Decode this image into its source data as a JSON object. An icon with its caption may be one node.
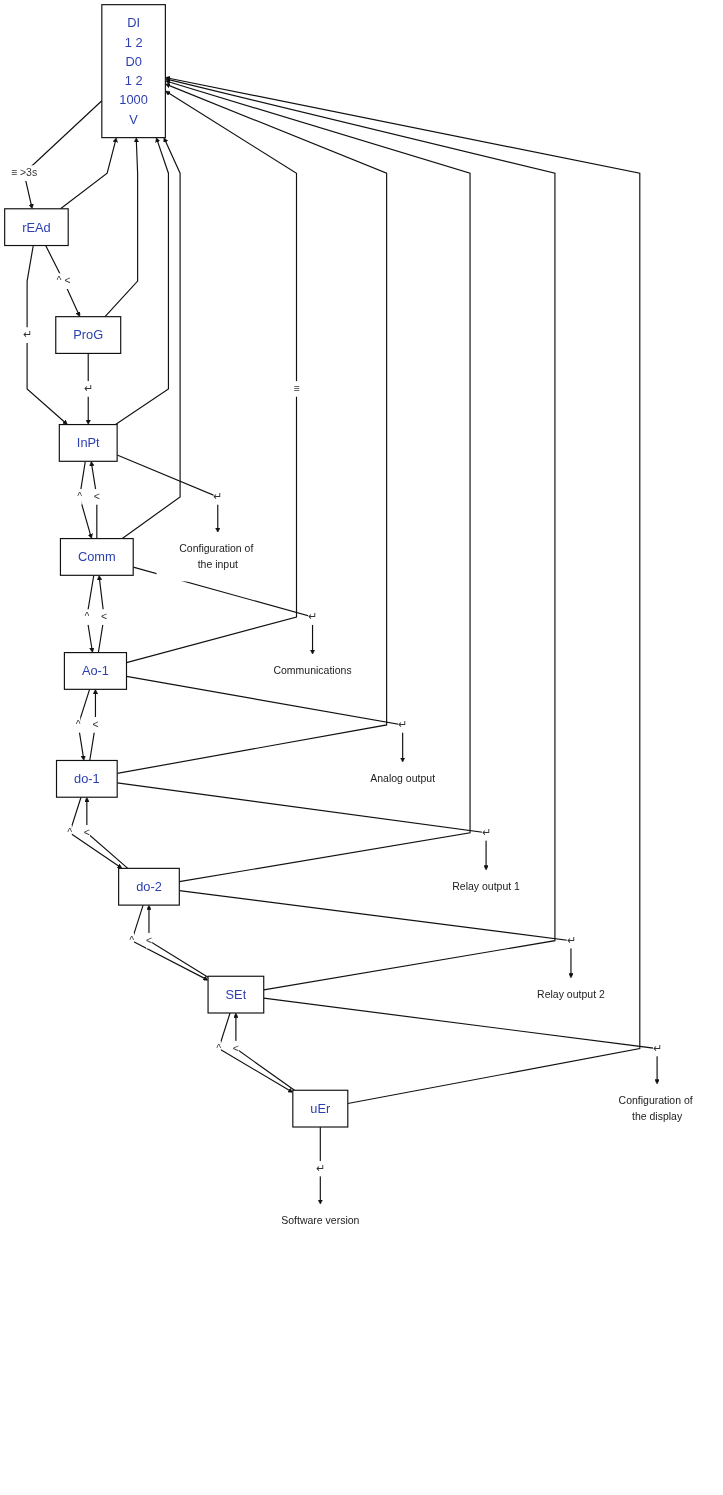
{
  "diagram": {
    "nodes": [
      {
        "text": [
          "DI",
          "1 2",
          "D0",
          "1 2",
          "1000",
          "V"
        ]
      },
      {
        "text": [
          "rEAd"
        ]
      },
      {
        "text": [
          "ProG"
        ]
      },
      {
        "text": [
          "InPt"
        ]
      },
      {
        "text": [
          "Comm"
        ]
      },
      {
        "text": [
          "Ao-1"
        ]
      },
      {
        "text": [
          "do-1"
        ]
      },
      {
        "text": [
          "do-2"
        ]
      },
      {
        "text": [
          "SEt"
        ]
      },
      {
        "text": [
          "uEr"
        ]
      },
      {
        "text": [
          "Configuration of the input"
        ]
      },
      {
        "text": [
          "Communications"
        ]
      },
      {
        "text": [
          "Analog output"
        ]
      },
      {
        "text": [
          "Relay output 1"
        ]
      },
      {
        "text": [
          "Relay output 2"
        ]
      },
      {
        "text": [
          "Configuration of the display"
        ]
      },
      {
        "text": [
          "Software version"
        ]
      }
    ],
    "edges": [
      {
        "from": 0,
        "to": 1,
        "arrow": "to",
        "label": "≡ >3s"
      },
      {
        "from": 1,
        "to": 2,
        "arrow": "to",
        "label": "^ <"
      },
      {
        "from": 1,
        "to": 3,
        "arrow": "to",
        "label": "↵"
      },
      {
        "from": 2,
        "to": 3,
        "arrow": "to",
        "label": "↵"
      },
      {
        "from": 3,
        "to": 10,
        "arrow": "to",
        "label": "↵"
      },
      {
        "from": 3,
        "to": 4,
        "arrow": "to",
        "label": "^"
      },
      {
        "from": 4,
        "to": 3,
        "arrow": "to",
        "label": "<"
      },
      {
        "from": 4,
        "to": 11,
        "arrow": "to",
        "label": "↵"
      },
      {
        "from": 4,
        "to": 5,
        "arrow": "to",
        "label": "^"
      },
      {
        "from": 5,
        "to": 4,
        "arrow": "to",
        "label": "<"
      },
      {
        "from": 5,
        "to": 12,
        "arrow": "to",
        "label": "↵"
      },
      {
        "from": 5,
        "to": 6,
        "arrow": "to",
        "label": "^"
      },
      {
        "from": 6,
        "to": 5,
        "arrow": "to",
        "label": "<"
      },
      {
        "from": 6,
        "to": 13,
        "arrow": "to",
        "label": "↵"
      },
      {
        "from": 6,
        "to": 7,
        "arrow": "to",
        "label": "^"
      },
      {
        "from": 7,
        "to": 6,
        "arrow": "to",
        "label": "<"
      },
      {
        "from": 7,
        "to": 14,
        "arrow": "to",
        "label": "↵"
      },
      {
        "from": 7,
        "to": 8,
        "arrow": "to",
        "label": "^"
      },
      {
        "from": 8,
        "to": 7,
        "arrow": "to",
        "label": "<"
      },
      {
        "from": 8,
        "to": 15,
        "arrow": "to",
        "label": "↵"
      },
      {
        "from": 8,
        "to": 9,
        "arrow": "to",
        "label": "^"
      },
      {
        "from": 9,
        "to": 8,
        "arrow": "to",
        "label": "<"
      },
      {
        "from": 9,
        "to": 16,
        "arrow": "to",
        "label": "↵"
      },
      {
        "from": 1,
        "to": 0,
        "arrow": "to"
      },
      {
        "from": 2,
        "to": 0,
        "arrow": "to"
      },
      {
        "from": 3,
        "to": 0,
        "arrow": "to"
      },
      {
        "from": 4,
        "to": 0,
        "arrow": "to"
      },
      {
        "from": 5,
        "to": 0,
        "arrow": "to",
        "label": "≡"
      },
      {
        "from": 6,
        "to": 0,
        "arrow": "to"
      },
      {
        "from": 7,
        "to": 0,
        "arrow": "to"
      },
      {
        "from": 8,
        "to": 0,
        "arrow": "to"
      },
      {
        "from": 9,
        "to": 0,
        "arrow": "to"
      }
    ]
  }
}
